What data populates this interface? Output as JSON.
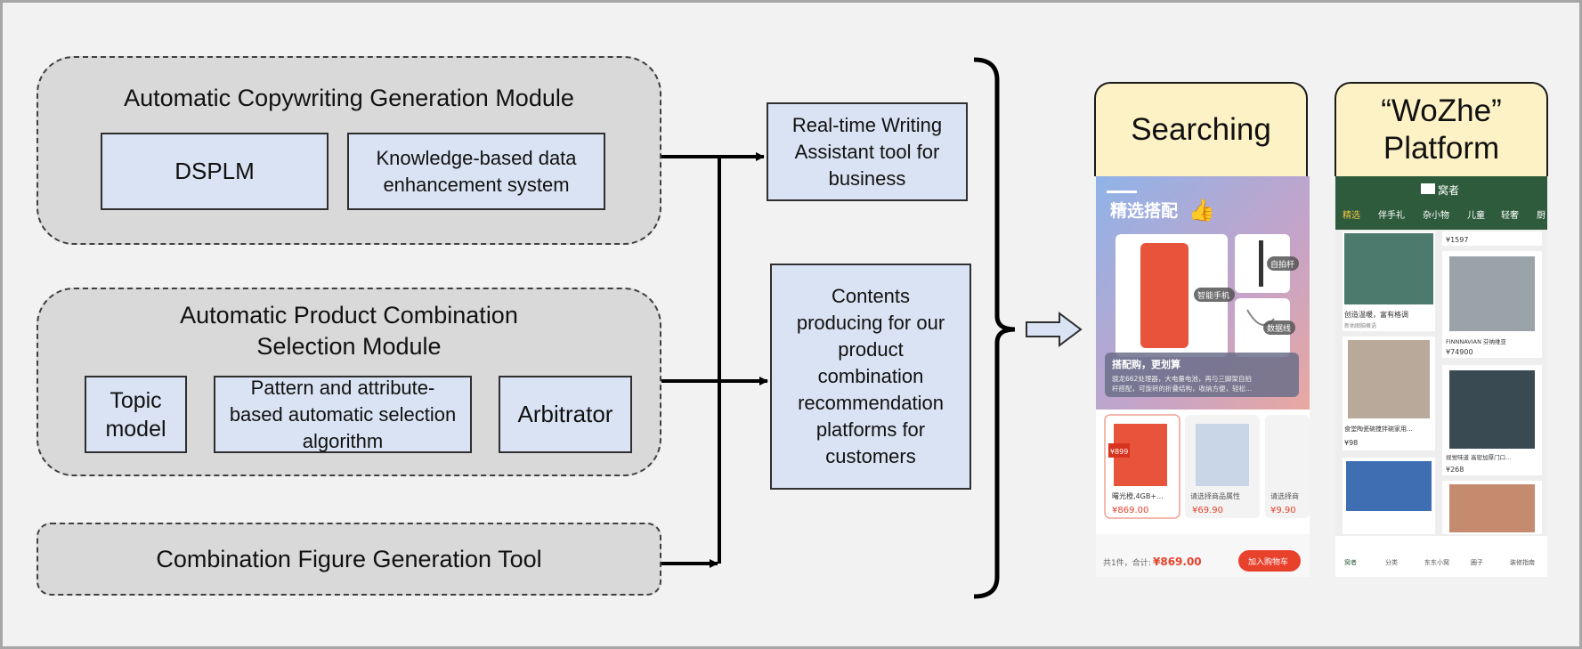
{
  "modules": {
    "copywriting": {
      "title": "Automatic Copywriting Generation Module",
      "items": [
        "DSPLM",
        "Knowledge-based data enhancement system"
      ]
    },
    "combination": {
      "title_line1": "Automatic Product Combination",
      "title_line2": "Selection Module",
      "items": [
        "Topic model",
        "Pattern and attribute-based automatic selection algorithm",
        "Arbitrator"
      ]
    },
    "figure_tool": {
      "title": "Combination Figure Generation Tool"
    }
  },
  "outputs": {
    "writing_assistant": "Real-time Writing Assistant tool for business",
    "contents_producing": "Contents producing for our product combination recommendation platforms for customers"
  },
  "platforms": {
    "searching": {
      "title": "Searching",
      "screen": {
        "banner": "精选搭配",
        "tag_phone": "智能手机",
        "tag_selfie": "自拍杆",
        "tag_cable": "数据线",
        "promo_title": "搭配购，更划算",
        "promo_desc_1": "骁龙662处理器，大电量电池，再与三脚架自拍",
        "promo_desc_2": "杆搭配，可旋转的折叠结构，收纳方便，轻松...",
        "price_badge": "¥899",
        "items": [
          {
            "label": "曙光橙,4GB+...",
            "price": "¥869.00"
          },
          {
            "label": "请选择商品属性",
            "price": "¥69.90"
          },
          {
            "label": "请选择商",
            "price": "¥9.90"
          }
        ],
        "total_text": "共1件，合计:",
        "total_price": "¥869.00",
        "cart_button": "加入购物车"
      }
    },
    "wozhe": {
      "title_line1": "“WoZhe”",
      "title_line2": "Platform",
      "screen": {
        "app_name": "窝者",
        "tabs": [
          "精选",
          "伴手礼",
          "杂小物",
          "儿童",
          "轻奢",
          "厨"
        ],
        "prices": [
          "¥1597",
          "¥74900",
          "¥98",
          "¥268"
        ],
        "captions": [
          "创造温暖，富有格调",
          "FINNNAVIAN 芬纳维亚",
          "食堂陶瓷碗搅拌碗家用...",
          "视觉味道 高密加厚门口..."
        ],
        "small_caption": "新佑图脑概语",
        "nav": [
          "窝者",
          "分类",
          "东东小窝",
          "圈子",
          "装修指南"
        ]
      }
    }
  },
  "colors": {
    "module_fill": "#d9d9d9",
    "box_fill": "#dae3f3",
    "header_fill": "#fdf2c6",
    "app_green": "#2e5b3c",
    "accent_red": "#e8412c"
  }
}
